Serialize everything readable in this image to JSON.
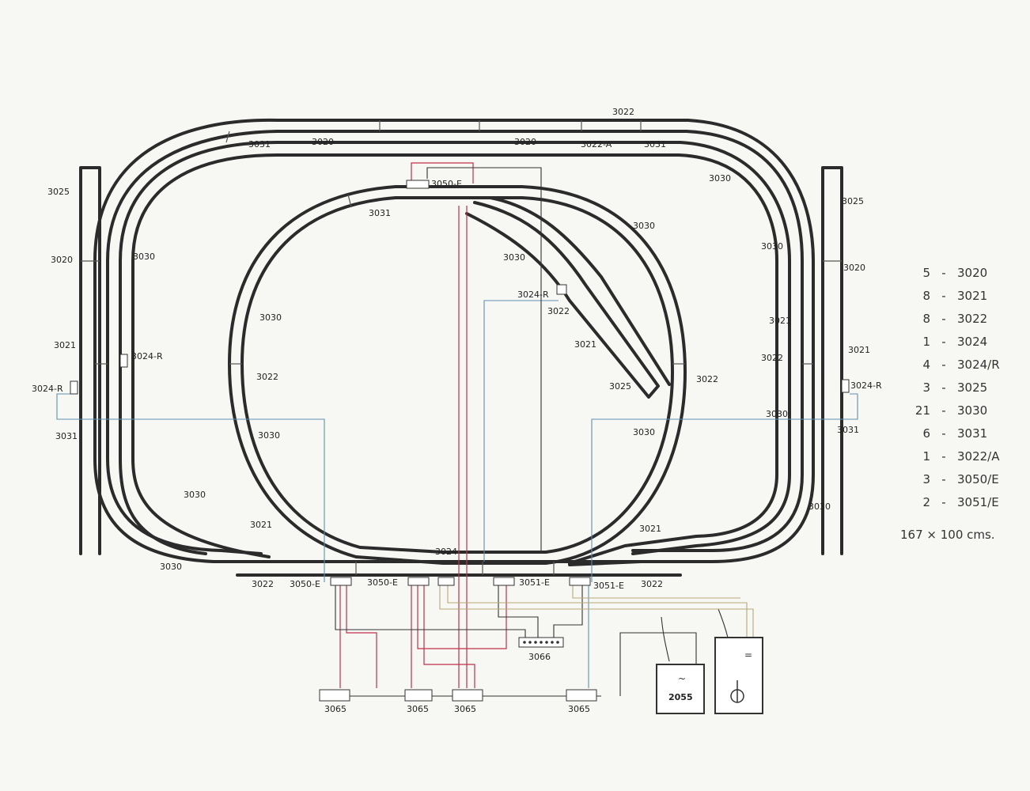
{
  "track_labels": {
    "top_3022": "3022",
    "top_3031_left": "3031",
    "top_3020_left": "3020",
    "top_3020_right": "3020",
    "top_3022a": "3022-A",
    "top_3031_right": "3031",
    "outer_3030_ne": "3030",
    "outer_3030_nw": "3030",
    "inner_3050e_top": "3050-E",
    "inner_3031": "3031",
    "inner_3030_n": "3030",
    "inner_3030_center": "3030",
    "inner_3024r": "3024-R",
    "inner_3022_branch": "3022",
    "inner_3021_branch": "3021",
    "inner_3025_branch": "3025",
    "inner_3030_w1": "3030",
    "inner_3022_w": "3022",
    "inner_3030_w2": "3030",
    "inner_3022_e": "3022",
    "inner_3030_e": "3030",
    "left_3025": "3025",
    "left_3020": "3020",
    "left_3021": "3021",
    "left_3024r_outer": "3024-R",
    "left_3024r_inner": "3024-R",
    "left_3031": "3031",
    "left_3030_lower": "3030",
    "left_3021_lower": "3021",
    "left_3030_bottom": "3030",
    "right_3025": "3025",
    "right_3020": "3020",
    "right_3021": "3021",
    "right_3024r": "3024-R",
    "right_3031": "3031",
    "right_3030_upper": "3030",
    "right_3021_mid": "3021",
    "right_3022_mid": "3022",
    "right_3030_mid": "3030",
    "right_3030_lower": "3030",
    "right_3021_lower": "3021",
    "bottom_3022_left": "3022",
    "bottom_3050e_1": "3050-E",
    "bottom_3050e_2": "3050-E",
    "bottom_3024": "3024",
    "bottom_3051e_1": "3051-E",
    "bottom_3051e_2": "3051-E",
    "bottom_3022_right": "3022"
  },
  "equipment": {
    "controller": "3066",
    "relay_1": "3065",
    "relay_2": "3065",
    "relay_3": "3065",
    "relay_4": "3065",
    "transformer": "2055"
  },
  "legend": [
    {
      "count": "5",
      "part": "3020"
    },
    {
      "count": "8",
      "part": "3021"
    },
    {
      "count": "8",
      "part": "3022"
    },
    {
      "count": "1",
      "part": "3024"
    },
    {
      "count": "4",
      "part": "3024/R"
    },
    {
      "count": "3",
      "part": "3025"
    },
    {
      "count": "21",
      "part": "3030"
    },
    {
      "count": "6",
      "part": "3031"
    },
    {
      "count": "1",
      "part": "3022/A"
    },
    {
      "count": "3",
      "part": "3050/E"
    },
    {
      "count": "2",
      "part": "3051/E"
    }
  ],
  "legend_separator": "-",
  "dimensions": "167 × 100 cms.",
  "colors": {
    "track": "#2b2b2b",
    "wire_red": "#c0304a",
    "wire_blue": "#5f8fb0",
    "wire_black": "#333333",
    "wire_tan": "#b8a878"
  }
}
